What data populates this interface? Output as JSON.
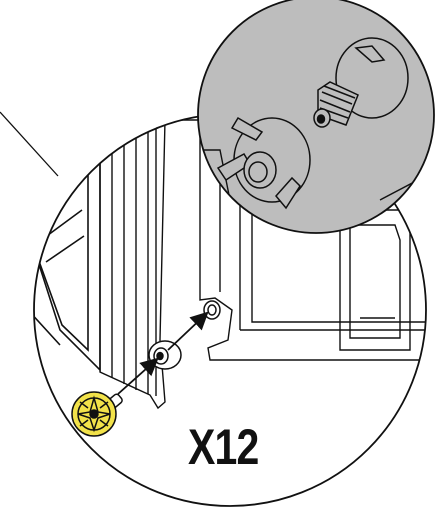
{
  "diagram": {
    "quantity_label": "X12",
    "parts": {
      "knob": "wing-knob-screw",
      "insert": "snap-in-collar",
      "hole": "mounting-hole"
    },
    "colors": {
      "outline": "#111111",
      "inset_fill": "#bdbdbd",
      "knob_fill": "#f2e24a",
      "panel_fill": "#ffffff"
    }
  }
}
